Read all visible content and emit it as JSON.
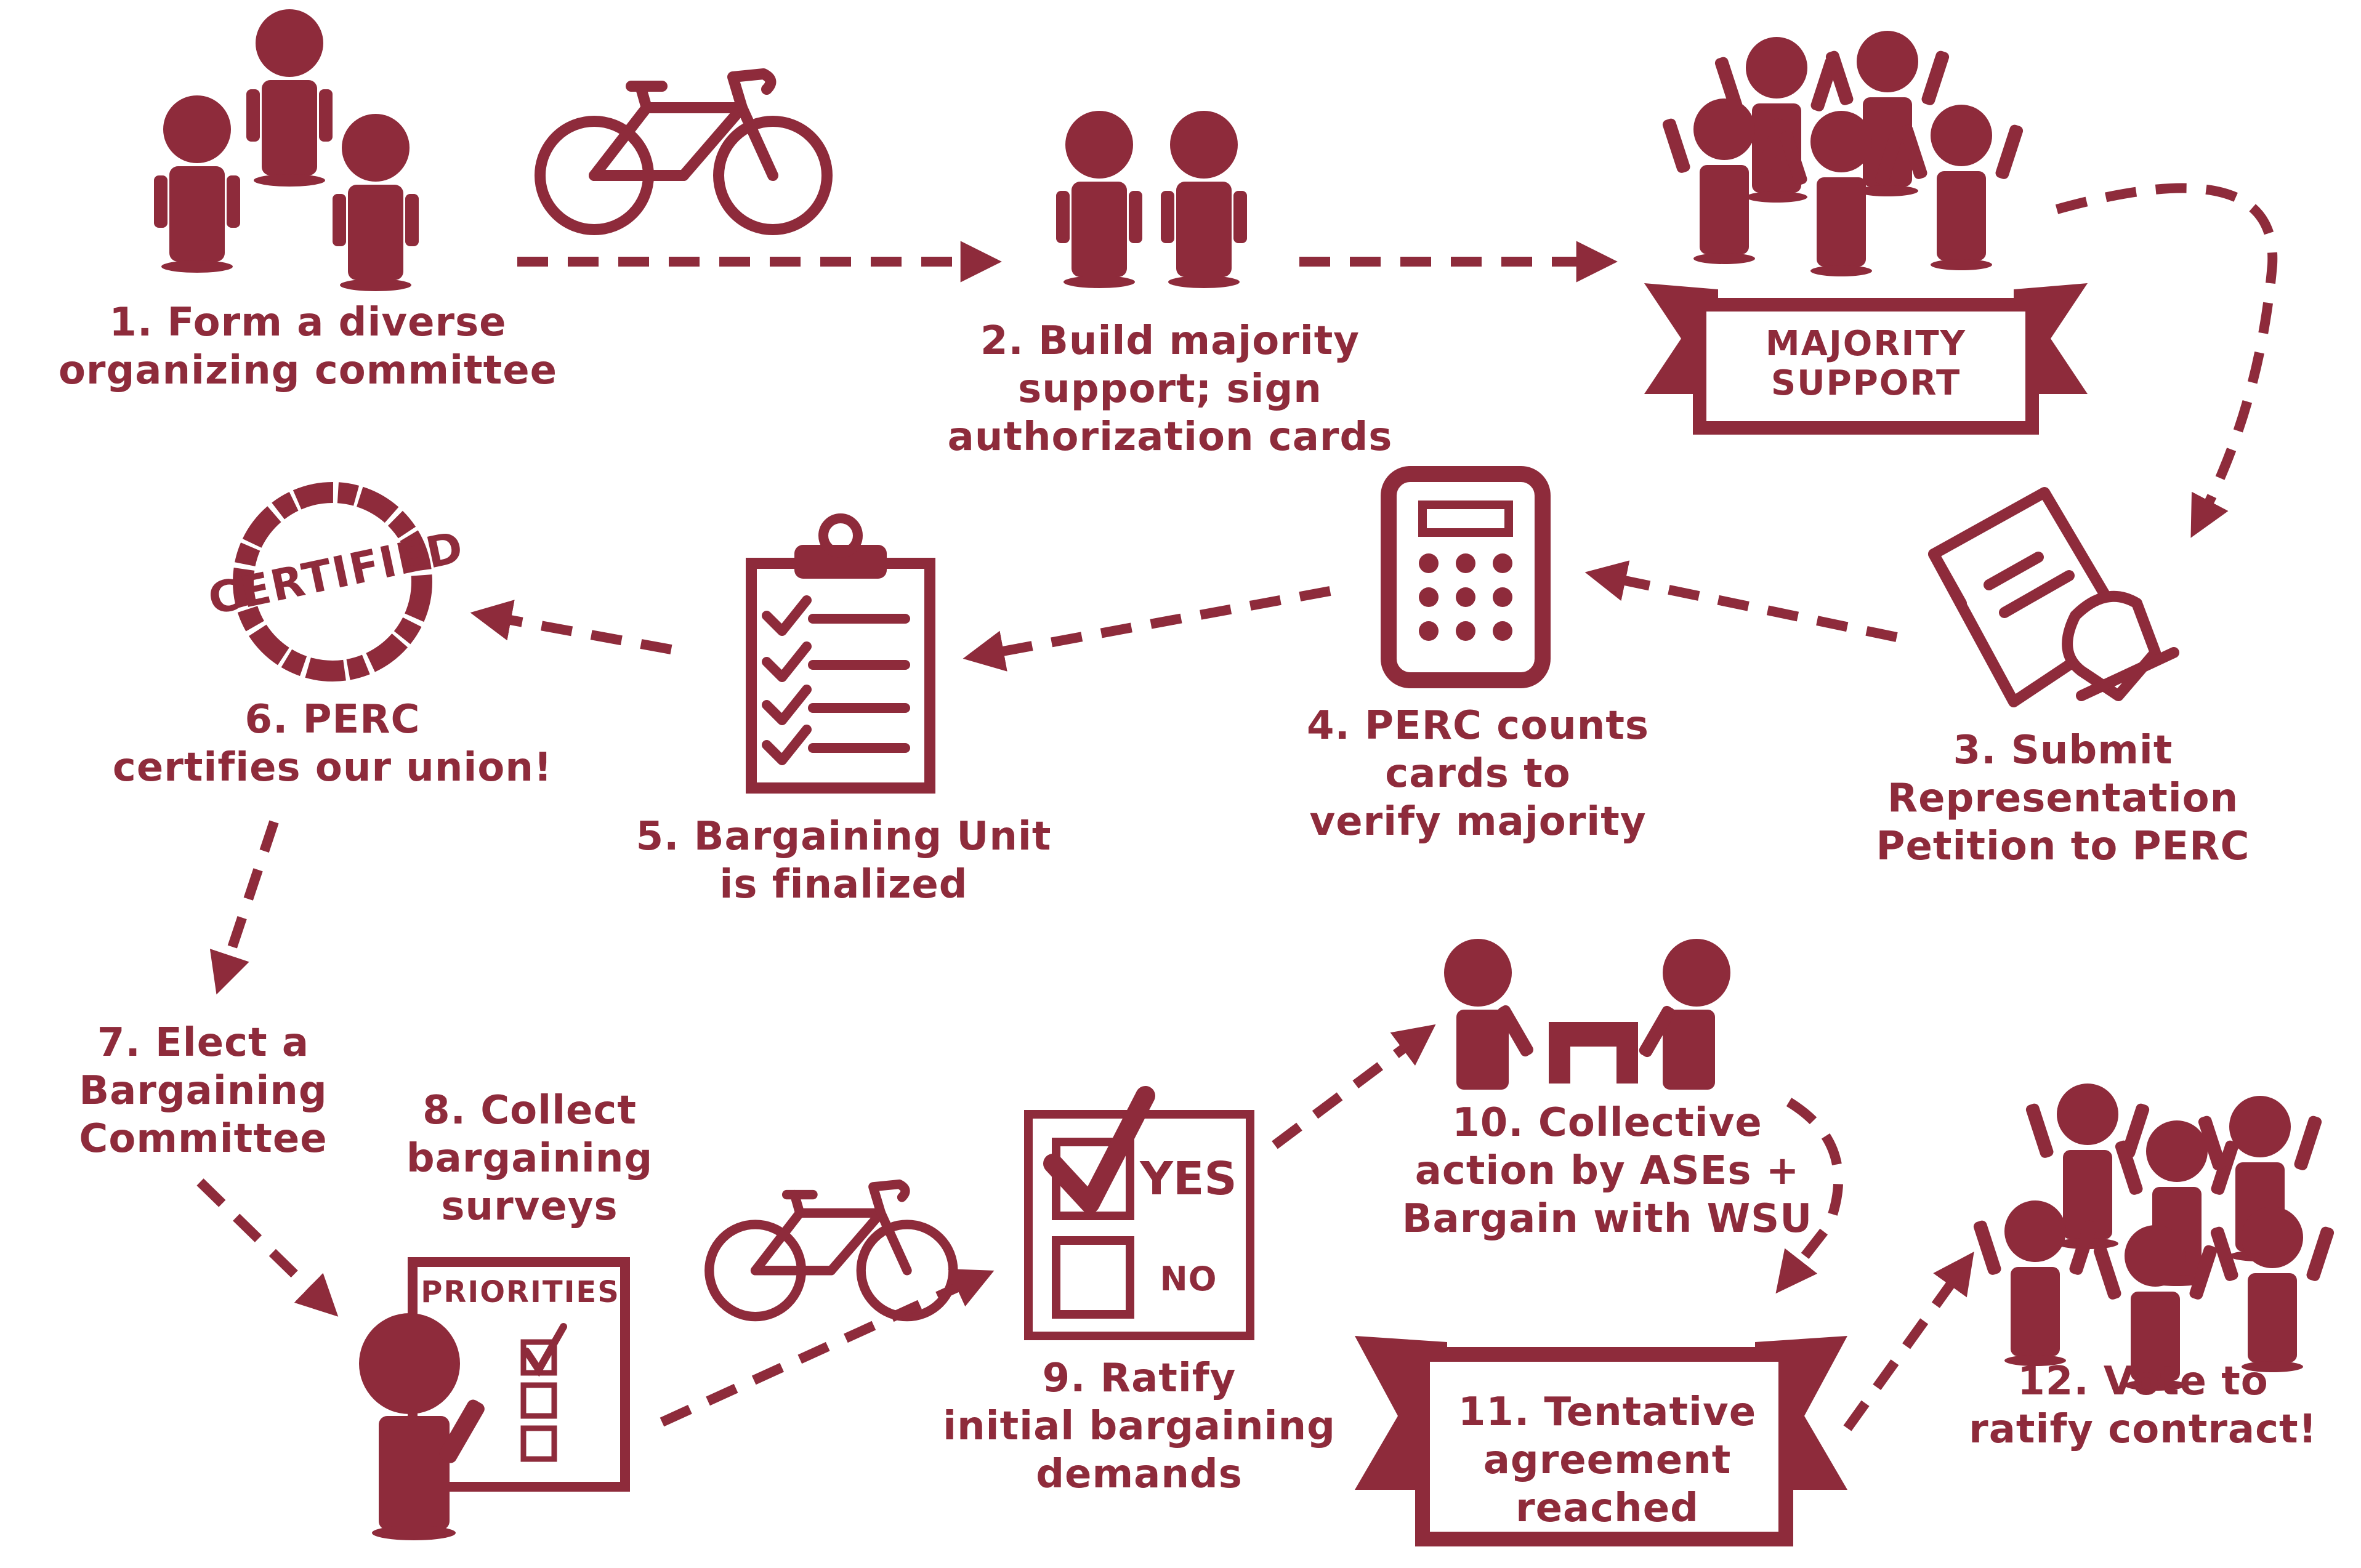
{
  "colors": {
    "primary": "#8e2b3b",
    "background": "#ffffff"
  },
  "steps": [
    {
      "id": "step-1",
      "text": "1. Form a diverse\norganizing committee",
      "icons": [
        "people-group-icon"
      ]
    },
    {
      "id": "step-2",
      "text": "2. Build majority\nsupport; sign\nauthorization cards",
      "icons": [
        "bicycle-icon",
        "two-people-icon"
      ]
    },
    {
      "id": "majority",
      "banner": "MAJORITY\nSUPPORT",
      "icons": [
        "cheering-crowd-icon",
        "ribbon-banner-icon"
      ]
    },
    {
      "id": "step-3",
      "text": "3. Submit\nRepresentation\nPetition to PERC",
      "icons": [
        "hand-document-icon"
      ]
    },
    {
      "id": "step-4",
      "text": "4. PERC counts\ncards to\nverify majority",
      "icons": [
        "calculator-icon"
      ]
    },
    {
      "id": "step-5",
      "text": "5. Bargaining Unit\nis finalized",
      "icons": [
        "clipboard-checklist-icon"
      ]
    },
    {
      "id": "step-6",
      "text": "6. PERC\ncertifies our union!",
      "stamp": "CERTIFIED",
      "icons": [
        "certified-stamp-icon"
      ]
    },
    {
      "id": "step-7",
      "text": "7. Elect a\nBargaining\nCommittee",
      "icons": []
    },
    {
      "id": "step-8",
      "text": "8. Collect\nbargaining\nsurveys",
      "board": "PRIORITIES",
      "icons": [
        "person-board-icon",
        "bicycle-icon"
      ]
    },
    {
      "id": "step-9",
      "text": "9. Ratify\ninitial bargaining\ndemands",
      "yes": "YES",
      "no": "NO",
      "icons": [
        "ballot-icon"
      ]
    },
    {
      "id": "step-10",
      "text": "10. Collective\naction by ASEs +\nBargain with WSU",
      "icons": [
        "negotiation-table-icon"
      ]
    },
    {
      "id": "step-11",
      "text": "11. Tentative\nagreement\nreached",
      "icons": [
        "ribbon-banner-icon"
      ]
    },
    {
      "id": "step-12",
      "text": "12. Vote to\nratify contract!",
      "icons": [
        "cheering-crowd-icon"
      ]
    }
  ]
}
